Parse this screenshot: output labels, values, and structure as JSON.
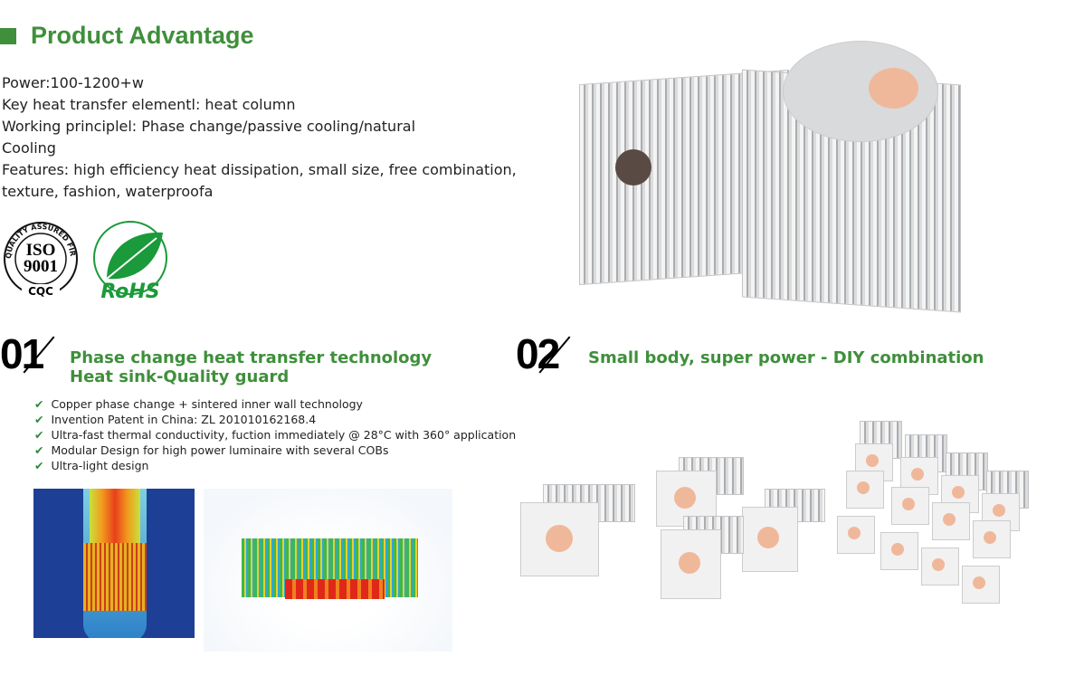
{
  "title": "Product Advantage",
  "intro": [
    "Power:100-1200+w",
    "Key heat transfer elementl: heat column",
    "Working principlel: Phase change/passive cooling/natural",
    "Cooling",
    "Features: high efficiency heat dissipation, small size, free combination,",
    "texture, fashion, waterproofa"
  ],
  "logos": {
    "iso": {
      "ring": "QUALITY ASSURED FIRM",
      "line1": "ISO",
      "line2": "9001",
      "bottom": "CQC"
    },
    "rohs": "RoHS"
  },
  "section1": {
    "number": "01",
    "heading1": "Phase change heat transfer technology",
    "heading2": "Heat sink-Quality guard",
    "bullets": [
      "Copper phase change + sintered inner wall technology",
      "Invention Patent in China: ZL 201010162168.4",
      "Ultra-fast thermal conductivity, fuction immediately @ 28°C with 360° application",
      "Modular Design for high power luminaire with several COBs",
      "Ultra-light design"
    ]
  },
  "section2": {
    "number": "02",
    "heading": "Small body, super power - DIY combination"
  },
  "colors": {
    "brand_green": "#3f8f3b",
    "check": "#2e8b3a"
  }
}
